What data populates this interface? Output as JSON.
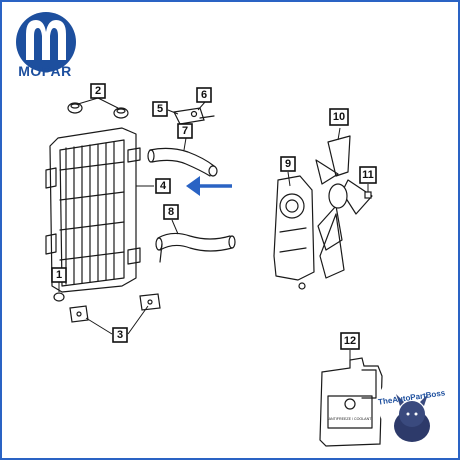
{
  "brand": {
    "name": "MOPAR",
    "logo_color": "#1d4f9e"
  },
  "diagram": {
    "callouts": [
      {
        "id": "1",
        "label": "1"
      },
      {
        "id": "2",
        "label": "2"
      },
      {
        "id": "3",
        "label": "3"
      },
      {
        "id": "4",
        "label": "4"
      },
      {
        "id": "5",
        "label": "5"
      },
      {
        "id": "6",
        "label": "6"
      },
      {
        "id": "7",
        "label": "7"
      },
      {
        "id": "8",
        "label": "8"
      },
      {
        "id": "9",
        "label": "9"
      },
      {
        "id": "10",
        "label": "10"
      },
      {
        "id": "11",
        "label": "11"
      },
      {
        "id": "12",
        "label": "12"
      }
    ],
    "highlight_arrow": {
      "target": "4",
      "color": "#2a63c4"
    },
    "jug_label_lines": [
      "ANTIFREEZE / COOLANT"
    ]
  },
  "watermark": {
    "text": "TheAutoPartBoss"
  },
  "colors": {
    "frame_border": "#2a63c4",
    "line_art": "#1a1a1a"
  }
}
